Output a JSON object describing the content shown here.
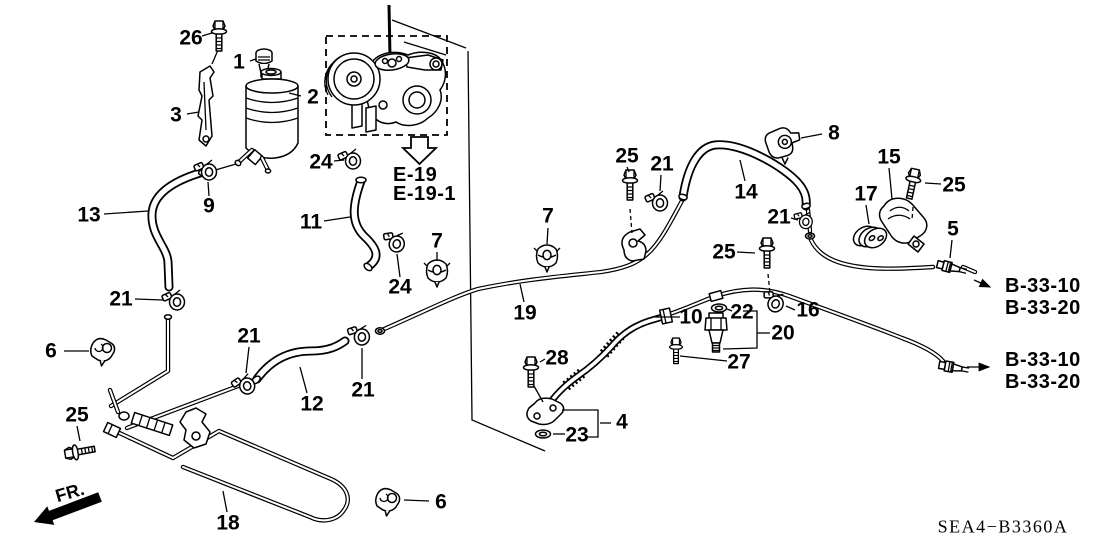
{
  "diagram": {
    "type": "exploded-parts-diagram",
    "drawing_code": "SEA4−B3360A",
    "front_marker": "FR.",
    "engine_ref": {
      "lines": [
        "E-19",
        "E-19-1"
      ]
    },
    "steering_refs": {
      "upper": {
        "lines": [
          "B-33-10",
          "B-33-20"
        ]
      },
      "lower": {
        "lines": [
          "B-33-10",
          "B-33-20"
        ]
      }
    },
    "callouts": [
      "26",
      "1",
      "2",
      "3",
      "24",
      "9",
      "13",
      "11",
      "7",
      "24",
      "21",
      "6",
      "21",
      "12",
      "21",
      "7",
      "19",
      "25",
      "21",
      "14",
      "8",
      "21",
      "15",
      "17",
      "25",
      "5",
      "25",
      "10",
      "16",
      "22",
      "20",
      "27",
      "28",
      "4",
      "23",
      "25",
      "18",
      "6"
    ]
  }
}
